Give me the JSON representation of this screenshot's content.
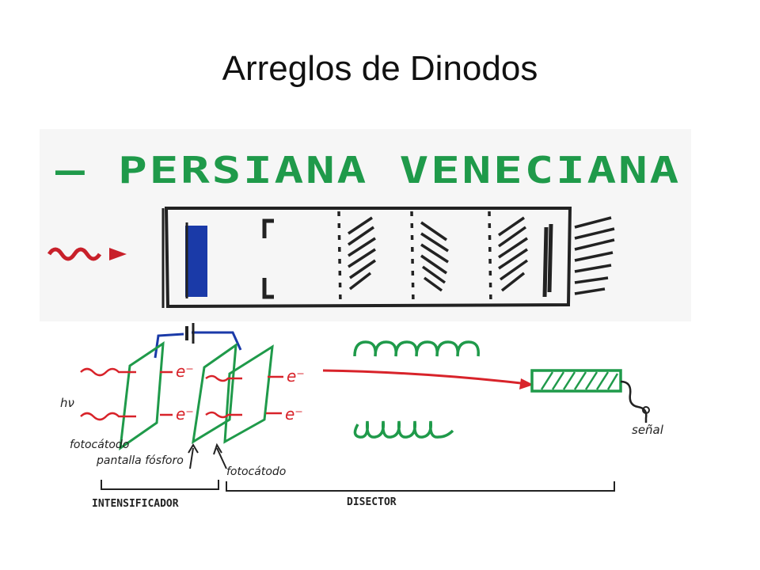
{
  "slide": {
    "title": "Arreglos de Dinodos"
  },
  "top_sketch": {
    "heading": "— PERSIANA VENECIANA"
  },
  "bottom_sketch": {
    "photon_label": "hν",
    "electron_label": "e⁻",
    "fotocatodo_left": "fotocátodo",
    "pantalla_fosforo": "pantalla fósforo",
    "fotocatodo_right": "fotocátodo",
    "senal": "señal",
    "intensificador": "INTENSIFICADOR",
    "disector": "DISECTOR"
  },
  "colors": {
    "green_ink": "#1f9a4a",
    "red_ink": "#d8232a",
    "blue_ink": "#1a3aa8",
    "black_ink": "#222222"
  }
}
